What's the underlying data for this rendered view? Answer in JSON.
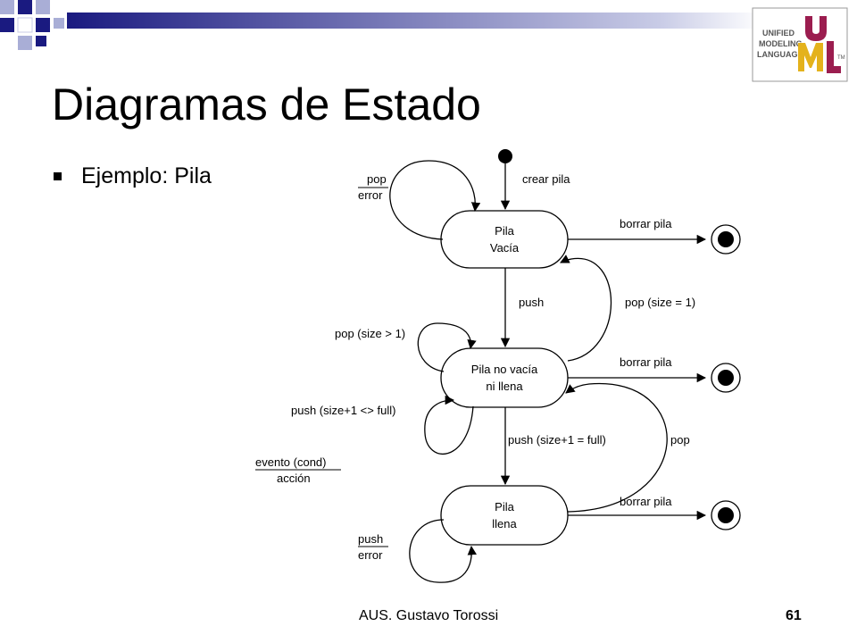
{
  "slide": {
    "title": "Diagramas de Estado",
    "bullet": "Ejemplo: Pila",
    "footer_author": "AUS. Gustavo Torossi",
    "page_number": "61"
  },
  "logo": {
    "line1": "UNIFIED",
    "line2": "MODELING",
    "line3": "LANGUAGE",
    "tm": "TM",
    "letters": "UML",
    "color_u": "#9b1d4f",
    "color_m": "#e4b21c",
    "color_l": "#9b1d4f"
  },
  "colors": {
    "bar_dark": "#1a1a80",
    "bar_light": "#c8cbe6",
    "square_dark": "#1a1a80",
    "square_light": "#a9aed6"
  },
  "diagram": {
    "states": {
      "empty": [
        "Pila",
        "Vacía"
      ],
      "not_empty": [
        "Pila no vacía",
        "ni llena"
      ],
      "full": [
        "Pila",
        "llena"
      ]
    },
    "labels": {
      "crear_pila": "crear pila",
      "borrar_pila_1": "borrar pila",
      "borrar_pila_2": "borrar pila",
      "borrar_pila_3": "borrar pila",
      "pop_error_event": "pop",
      "pop_error_action": "error",
      "push": "push",
      "pop_size_1": "pop (size = 1)",
      "pop_size_gt1": "pop (size > 1)",
      "push_lt_full": "push (size+1 <> full)",
      "push_eq_full": "push (size+1 = full)",
      "pop": "pop",
      "legend_event": "evento (cond)",
      "legend_action": "acción",
      "push_error_event": "push",
      "push_error_action": "error"
    }
  }
}
